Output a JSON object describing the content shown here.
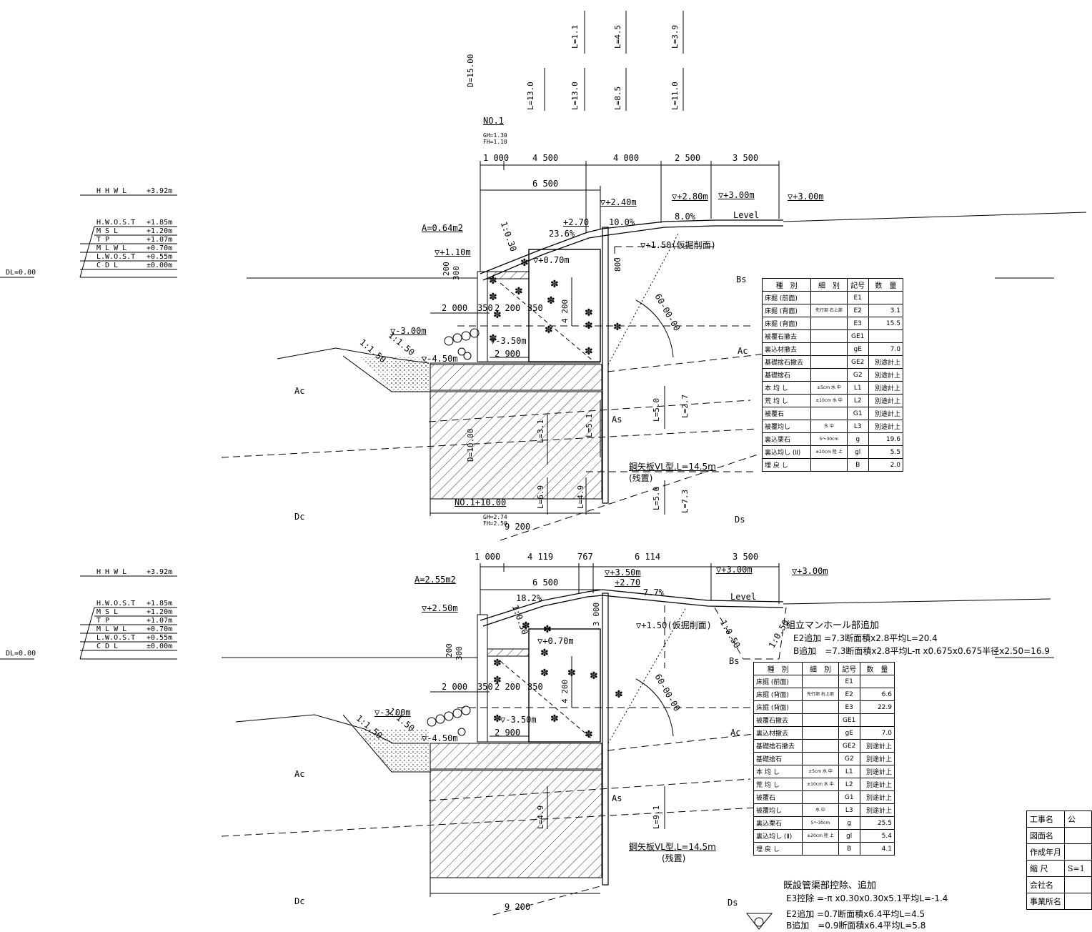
{
  "levels": [
    {
      "name": "H H W L",
      "value": "+3.92m"
    },
    {
      "name": "H.W.O.S.T",
      "value": "+1.85m"
    },
    {
      "name": "M S L",
      "value": "+1.20m"
    },
    {
      "name": "T P",
      "value": "+1.07m"
    },
    {
      "name": "M L W L",
      "value": "+0.70m"
    },
    {
      "name": "L.W.O.S.T",
      "value": "+0.55m"
    },
    {
      "name": "C D L",
      "value": "±0.00m"
    }
  ],
  "datum": "DL=0.00",
  "soils": {
    "as": "As",
    "ac": "Ac",
    "dc": "Dc",
    "bs": "Bs",
    "ds": "Ds"
  },
  "sec1": {
    "no": "NO.1",
    "gh": "GH=1.30",
    "fh": "FH=1.10",
    "no2": "NO.1+10.00",
    "gh2": "GH=2.74",
    "fh2": "FH=2.50",
    "d1": "D=15.00",
    "d2": "D=10.00",
    "dims_top": [
      "1 000",
      "4 500",
      "4 000",
      "2 500",
      "3 500"
    ],
    "dim_6500": "6 500",
    "area": "A=0.64m2",
    "elev": [
      "▽+2.40m",
      "▽+2.80m",
      "▽+3.00m",
      "▽+3.00m",
      "▽+1.10m",
      "▽+0.70m",
      "▽-3.00m",
      "▽-3.50m",
      "▽-4.50m"
    ],
    "elev_cut": "▽+1.50(仮掘削面)",
    "val_270": "+2.70",
    "slopes": [
      "23.6%",
      "10.0%",
      "8.0%"
    ],
    "level": "Level",
    "dims_inner": [
      "2 000",
      "350",
      "2 200",
      "350",
      "2 900",
      "4 200",
      "200",
      "300",
      "800"
    ],
    "slope_ratio": [
      "1:1.50",
      "1:1.50",
      "1:0.30"
    ],
    "angle": "60-00-00",
    "dim_bottom": "9 200",
    "sheet_pile": "鋼矢板ⅤL型,L=14.5m",
    "remain": "(残置)",
    "lengths_top": [
      "L=13.0",
      "L=13.0",
      "L=8.5",
      "L=11.0",
      "L=1.1",
      "L=4.5",
      "L=3.9"
    ],
    "lengths_mid": [
      "L=5.0",
      "L=2.7",
      "L=5.1",
      "L=3.1",
      "L=6.9",
      "L=4.9",
      "L=5.0",
      "L=7.3"
    ],
    "table": {
      "headers": [
        "種　別",
        "細　別",
        "記号",
        "数　量"
      ],
      "rows": [
        [
          "床掘 (前面)",
          "",
          "E1",
          ""
        ],
        [
          "床掘 (背面)",
          "先行部 右上部",
          "E2",
          "3.1"
        ],
        [
          "床掘 (背面)",
          "",
          "E3",
          "15.5"
        ],
        [
          "被覆石撤去",
          "",
          "GE1",
          ""
        ],
        [
          "裏込材撤去",
          "",
          "gE",
          "7.0"
        ],
        [
          "基礎捨石撤去",
          "",
          "GE2",
          "別途計上"
        ],
        [
          "基礎捨石",
          "",
          "G2",
          "別途計上"
        ],
        [
          "本 均 し",
          "±5cm 水 中",
          "L1",
          "別途計上"
        ],
        [
          "荒 均 し",
          "±10cm 水 中",
          "L2",
          "別途計上"
        ],
        [
          "被覆石",
          "",
          "G1",
          "別途計上"
        ],
        [
          "被覆均し",
          "水 中",
          "L3",
          "別途計上"
        ],
        [
          "裏込栗石",
          "5～30cm",
          "g",
          "19.6"
        ],
        [
          "裏込均し (Ⅱ)",
          "±20cm 陸 上",
          "gl",
          "5.5"
        ],
        [
          "埋 戻 し",
          "",
          "B",
          "2.0"
        ]
      ]
    }
  },
  "sec2": {
    "dims_top": [
      "1 000",
      "4 119",
      "767",
      "6 114",
      "3 500"
    ],
    "dim_6500": "6 500",
    "area": "A=2.55m2",
    "elev": [
      "▽+3.50m",
      "▽+3.00m",
      "▽+3.00m",
      "▽+2.50m",
      "▽+0.70m",
      "▽-3.00m",
      "▽-3.50m",
      "▽-4.50m"
    ],
    "elev_cut": "▽+1.50(仮掘削面)",
    "val_270": "+2.70",
    "slopes": [
      "18.2%",
      "7.7%"
    ],
    "level": "Level",
    "dims_inner": [
      "2 000",
      "350",
      "2 200",
      "350",
      "2 900",
      "4 200",
      "200",
      "300",
      "3 000"
    ],
    "slope_ratio": [
      "1:1.50",
      "1:1.50",
      "1:0.30",
      "1:0.50",
      "1:0.50"
    ],
    "angle": "60-00-00",
    "dim_bottom": "9 200",
    "sheet_pile": "鋼矢板ⅤL型,L=14.5m",
    "remain": "(残置)",
    "lengths": [
      "L=4.9",
      "L=9.1"
    ],
    "manhole_title": "組立マンホール部追加",
    "manhole_e2": "E2追加 =7.3断面積x2.8平均L=20.4",
    "manhole_b": "B追加　=7.3断面積x2.8平均L-π x0.675x0.675半径x2.50=16.9",
    "existing_title": "既設管渠部控除、追加",
    "existing_e3": "E3控除 =-π x0.30x0.30x5.1平均L=-1.4",
    "existing_e2": "E2追加 =0.7断面積x6.4平均L=4.5",
    "existing_b": "B追加　=0.9断面積x6.4平均L=5.8",
    "table": {
      "headers": [
        "種　別",
        "細　別",
        "記号",
        "数　量"
      ],
      "rows": [
        [
          "床掘 (前面)",
          "",
          "E1",
          ""
        ],
        [
          "床掘 (背面)",
          "先行部 右上部",
          "E2",
          "6.6"
        ],
        [
          "床掘 (背面)",
          "",
          "E3",
          "22.9"
        ],
        [
          "被覆石撤去",
          "",
          "GE1",
          ""
        ],
        [
          "裏込材撤去",
          "",
          "gE",
          "7.0"
        ],
        [
          "基礎捨石撤去",
          "",
          "GE2",
          "別途計上"
        ],
        [
          "基礎捨石",
          "",
          "G2",
          "別途計上"
        ],
        [
          "本 均 し",
          "±5cm 水 中",
          "L1",
          "別途計上"
        ],
        [
          "荒 均 し",
          "±10cm 水 中",
          "L2",
          "別途計上"
        ],
        [
          "被覆石",
          "",
          "G1",
          "別途計上"
        ],
        [
          "被覆均し",
          "水 中",
          "L3",
          "別途計上"
        ],
        [
          "裏込栗石",
          "5～30cm",
          "g",
          "25.5"
        ],
        [
          "裏込均し (Ⅱ)",
          "±20cm 陸 上",
          "gl",
          "5.4"
        ],
        [
          "埋 戻 し",
          "",
          "B",
          "4.1"
        ]
      ]
    }
  },
  "title_block": {
    "labels": [
      "工事名",
      "図面名",
      "作成年月",
      "縮 尺",
      "会社名",
      "事業所名"
    ],
    "values": [
      "公",
      "",
      "",
      "S=1",
      "",
      ""
    ]
  }
}
